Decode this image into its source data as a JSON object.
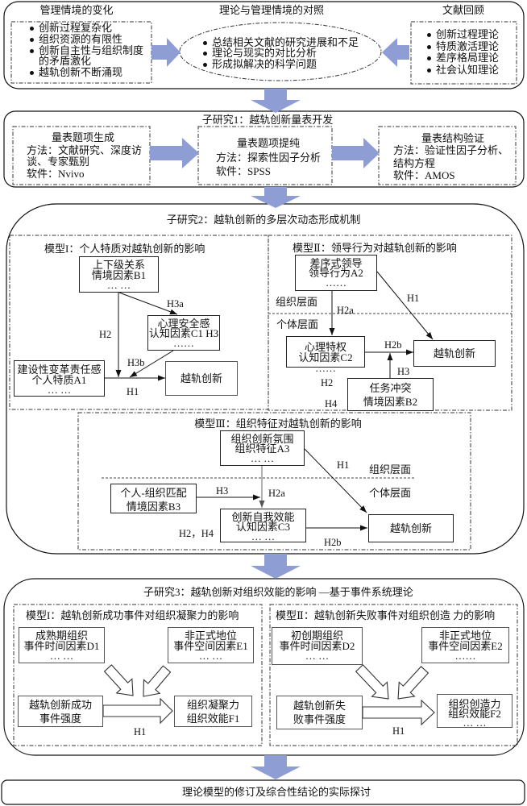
{
  "colors": {
    "arrow_fill": "#8E9ED4",
    "line": "#111111",
    "text": "#111111"
  },
  "overview": {
    "management_context": {
      "title": "管理情境的变化",
      "items": [
        [
          "创新过程复杂化"
        ],
        [
          "组织资源的有限性"
        ],
        [
          "创新自主性与组织制度",
          "的矛盾激化"
        ],
        [
          "越轨创新不断涌现"
        ]
      ]
    },
    "comparison": {
      "title": "理论与管理情境的对照",
      "items": [
        "总结相关文献的研究进展和不足",
        "理论与现实的对比分析",
        "形成拟解决的科学问题"
      ]
    },
    "literature_review": {
      "title": "文献回顾",
      "items": [
        "创新过程理论",
        "特质激活理论",
        "差序格局理论",
        "社会认知理论"
      ]
    }
  },
  "study1": {
    "title": "子研究1：越轨创新量表开发",
    "steps": [
      {
        "title": "量表题项生成",
        "lines": [
          "方法：文献研究、深度访",
          "谈、专家甄别",
          "软件：Nvivo"
        ]
      },
      {
        "title": "量表题项提纯",
        "lines": [
          "方法：探索性因子分析",
          "软件：SPSS"
        ]
      },
      {
        "title": "量表结构验证",
        "lines": [
          "方法：验证性因子分析、",
          "结构方程",
          "软件：AMOS"
        ]
      }
    ]
  },
  "study2": {
    "title": "子研究2：越轨创新的多层次动态形成机制",
    "model1": {
      "title": "模型I：个人特质对越轨创新的影响",
      "nodes": {
        "b1": [
          "上下级关系",
          "情境因素B1",
          "… …"
        ],
        "c1": [
          "心理安全感",
          "认知因素C1 H3",
          "……"
        ],
        "a1": [
          "建设性变革责任感",
          "个人特质A1",
          "… …"
        ],
        "outcome": [
          "越轨创新"
        ]
      },
      "labels": {
        "h3a": "H3a",
        "h2": "H2",
        "h3b": "H3b",
        "h1": "H1"
      }
    },
    "model2": {
      "title": "模型Ⅱ：领导行为对越轨创新的影响",
      "levels": {
        "org": "组织层面",
        "ind": "个体层面"
      },
      "nodes": {
        "a2": [
          "差序式领导",
          "领导行为A2",
          "……"
        ],
        "c2": [
          "心理特权",
          "认知因素C2",
          "……"
        ],
        "b2": [
          "任务冲突",
          "情境因素B2"
        ],
        "outcome": [
          "越轨创新"
        ]
      },
      "labels": {
        "h1": "H1",
        "h2a": "H2a",
        "h2b": "H2b",
        "h3": "H3",
        "h2": "H2",
        "h4": "H4"
      }
    },
    "model3": {
      "title": "模型Ⅲ：组织特征对越轨创新的影响",
      "levels": {
        "org": "组织层面",
        "ind": "个体层面"
      },
      "nodes": {
        "a3": [
          "组织创新氛围",
          "组织特征A3",
          "… …"
        ],
        "b3": [
          "个人-组织匹配",
          "情境因素B3"
        ],
        "c3": [
          "创新自我效能",
          "认知因素C3",
          "… …"
        ],
        "outcome": [
          "越轨创新"
        ]
      },
      "labels": {
        "h1": "H1",
        "h3": "H3",
        "h2a": "H2a",
        "h2b": "H2b",
        "h2h4": "H2，H4"
      }
    }
  },
  "study3": {
    "title": "子研究3：越轨创新对组织效能的影响 —基于事件系统理论",
    "model1": {
      "title": "模型I：越轨创新成功事件对组织凝聚力的影响",
      "nodes": {
        "d1": [
          "成熟期组织",
          "事件时间因素D1",
          "… …"
        ],
        "e1": [
          "非正式地位",
          "事件空间因素E1",
          "… …"
        ],
        "strength": [
          "越轨创新成功",
          "事件强度"
        ],
        "f1": [
          "组织凝聚力",
          "组织效能F1"
        ]
      },
      "labels": {
        "h1": "H1"
      }
    },
    "model2": {
      "title": "模型Ⅱ：越轨创新失败事件对组织创造 力的影响",
      "nodes": {
        "d2": [
          "初创期组织",
          "事件时间因素D2",
          "… …"
        ],
        "e2": [
          "非正式地位",
          "事件空间因素E2",
          "……"
        ],
        "strength": [
          "越轨创新失",
          "败事件强度"
        ],
        "f2": [
          "组织创造力",
          "组织效能F2",
          "… …"
        ]
      },
      "labels": {
        "h1": "H1"
      }
    }
  },
  "conclusion": {
    "text": "理论模型的修订及综合性结论的实际探讨"
  }
}
